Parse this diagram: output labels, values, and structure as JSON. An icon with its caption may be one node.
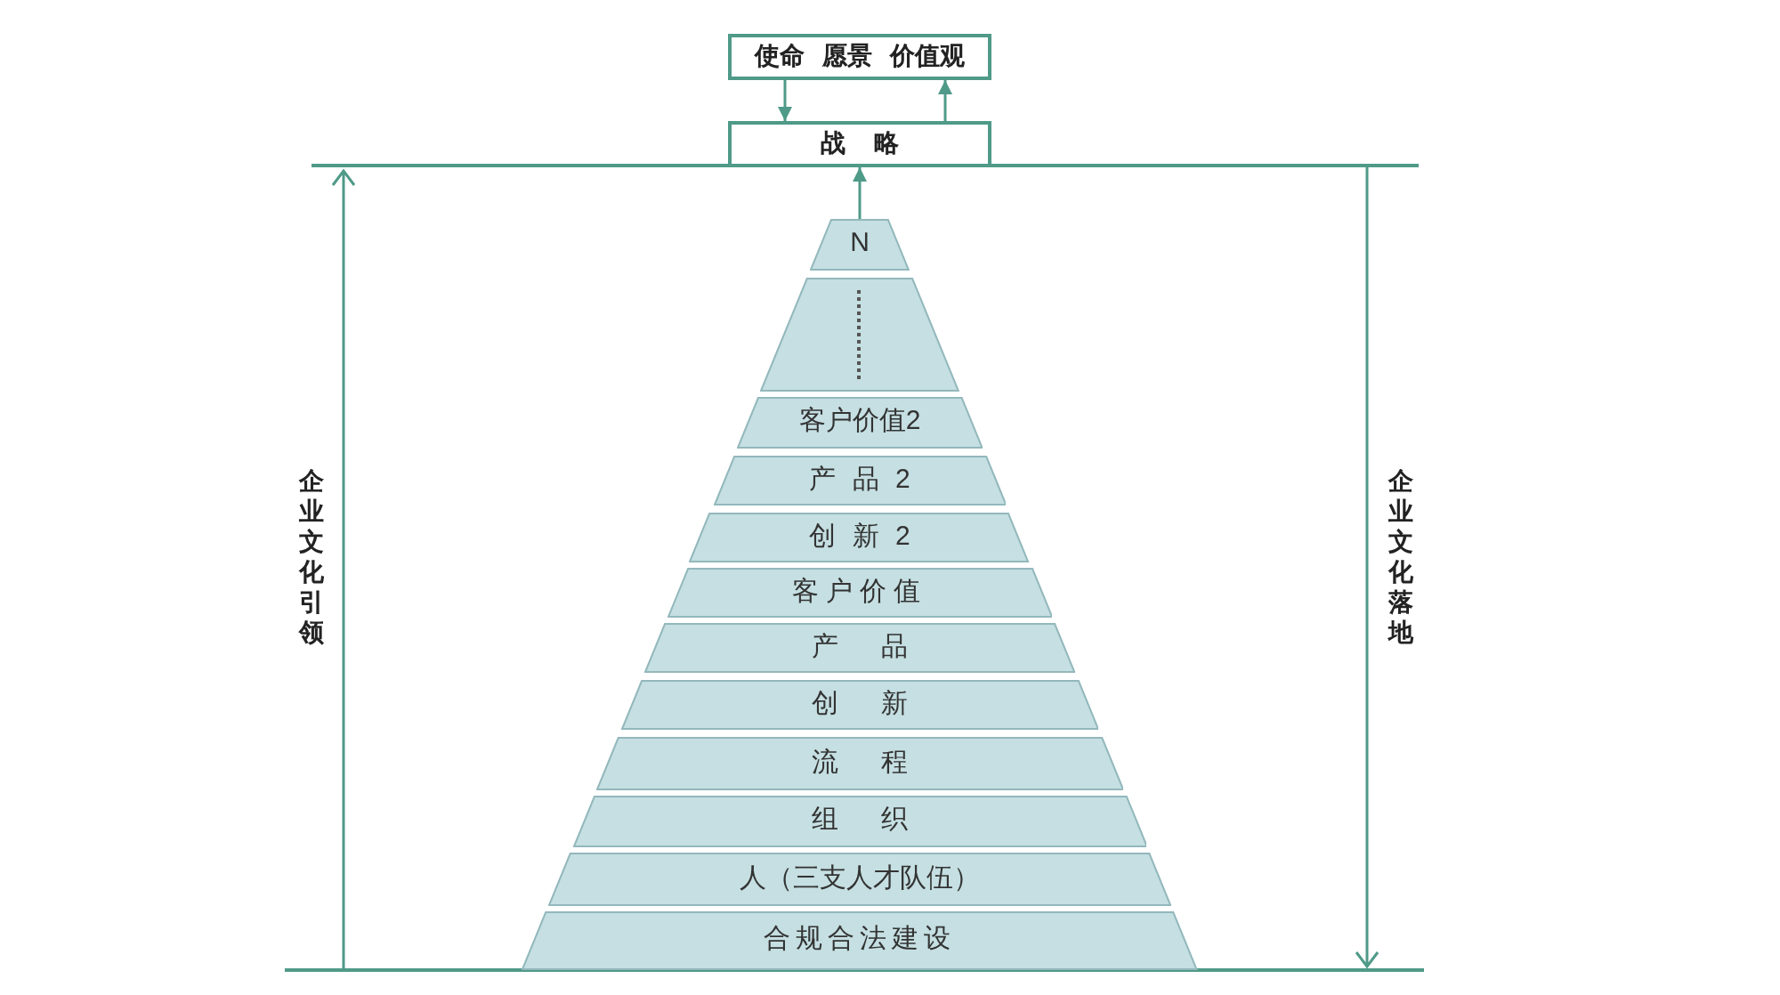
{
  "diagram": {
    "nodes": [
      {
        "text": [
          "使命 愿景 价值观"
        ]
      },
      {
        "text": [
          "战 略"
        ]
      },
      {
        "text": [
          "N"
        ]
      },
      {
        "text": [],
        "shape": "trapezoid"
      },
      {
        "text": [
          "客户价值2"
        ]
      },
      {
        "text": [
          "产 品 2"
        ]
      },
      {
        "text": [
          "创 新 2"
        ]
      },
      {
        "text": [
          "客户价值"
        ]
      },
      {
        "text": [
          "产 品"
        ]
      },
      {
        "text": [
          "创 新"
        ]
      },
      {
        "text": [
          "流 程"
        ]
      },
      {
        "text": [
          "组 织"
        ]
      },
      {
        "text": [
          "人（三支人才队伍）"
        ]
      },
      {
        "text": [
          "合规合法建设"
        ]
      }
    ],
    "edges": [
      {
        "from": 0,
        "to": 1,
        "arrow": "to"
      },
      {
        "from": 1,
        "to": 0,
        "arrow": "to"
      },
      {
        "from": 2,
        "to": 1,
        "arrow": "to"
      }
    ],
    "labels": [
      "企业文化引领",
      "企业文化落地"
    ]
  }
}
